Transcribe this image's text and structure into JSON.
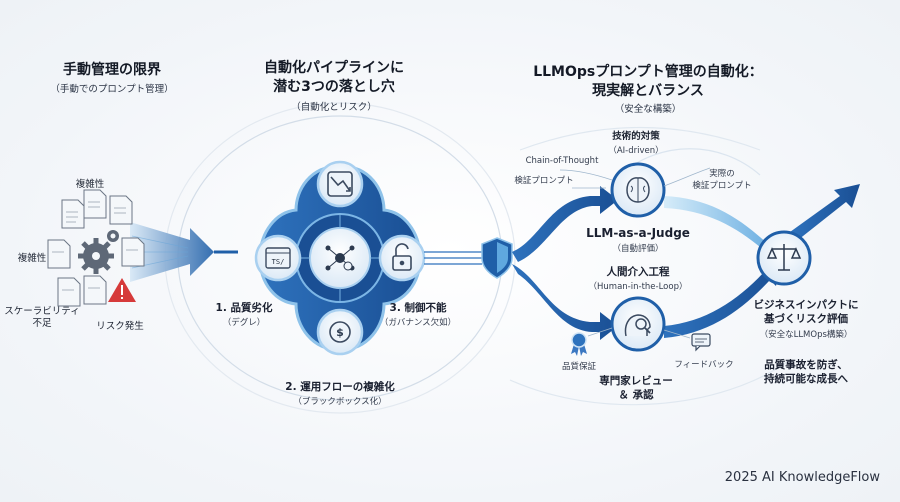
{
  "sections": {
    "manual": {
      "title": "手動管理の限界",
      "subtitle": "（手動でのプロンプト管理）"
    },
    "pitfalls": {
      "title_line1": "自動化パイプラインに",
      "title_line2": "潜む3つの落とし穴",
      "subtitle": "（自動化とリスク）"
    },
    "llmops": {
      "title_line1": "LLMOpsプロンプト管理の自動化：",
      "title_line2": "現実解とバランス",
      "subtitle": "（安全な構築）"
    }
  },
  "manual_labels": {
    "complexity_top": "複雑性",
    "complexity_left": "複雑性",
    "scalability_line1": "スケーラビリティ",
    "scalability_line2": "不足",
    "risk": "リスク発生"
  },
  "pitfall_items": [
    {
      "title": "1. 品質劣化",
      "sub": "（デグレ）"
    },
    {
      "title": "2. 運用フローの複雑化",
      "sub": "（ブラックボックス化）"
    },
    {
      "title": "3. 制御不能",
      "sub": "（ガバナンス欠如）"
    }
  ],
  "llmops_labels": {
    "tech_title": "技術的対策",
    "tech_sub": "（AI-driven）",
    "cot": "Chain-of-Thought",
    "verify": "検証プロンプト",
    "judge_title": "LLM-as-a-Judge",
    "judge_sub": "（自動評価）",
    "actual_line1": "実際の",
    "actual_line2": "検証プロンプト",
    "human_title": "人間介入工程",
    "human_sub": "（Human-in-the-Loop）",
    "quality": "品質保証",
    "feedback": "フィードバック",
    "expert_line1": "専門家レビュー",
    "expert_line2": "＆ 承認",
    "impact_line1": "ビジネスインパクトに",
    "impact_line2": "基づくリスク評価",
    "impact_sub": "（安全なLLMOps構築）",
    "outcome_line1": "品質事故を防ぎ、",
    "outcome_line2": "持続可能な成長へ"
  },
  "footer": "2025 AI KnowledgeFlow",
  "colors": {
    "primary": "#1f5fa8",
    "light": "#8fc3ea",
    "danger": "#d63a3a",
    "node_fill": "#eaf3fb"
  },
  "icons": [
    "document-icon",
    "gear-icon",
    "warning-icon",
    "trend-down-icon",
    "code-window-icon",
    "unlock-icon",
    "network-icon",
    "dollar-gear-icon",
    "shield-icon",
    "brain-icon",
    "magnifier-head-icon",
    "scale-icon",
    "medal-icon",
    "chat-icon"
  ]
}
